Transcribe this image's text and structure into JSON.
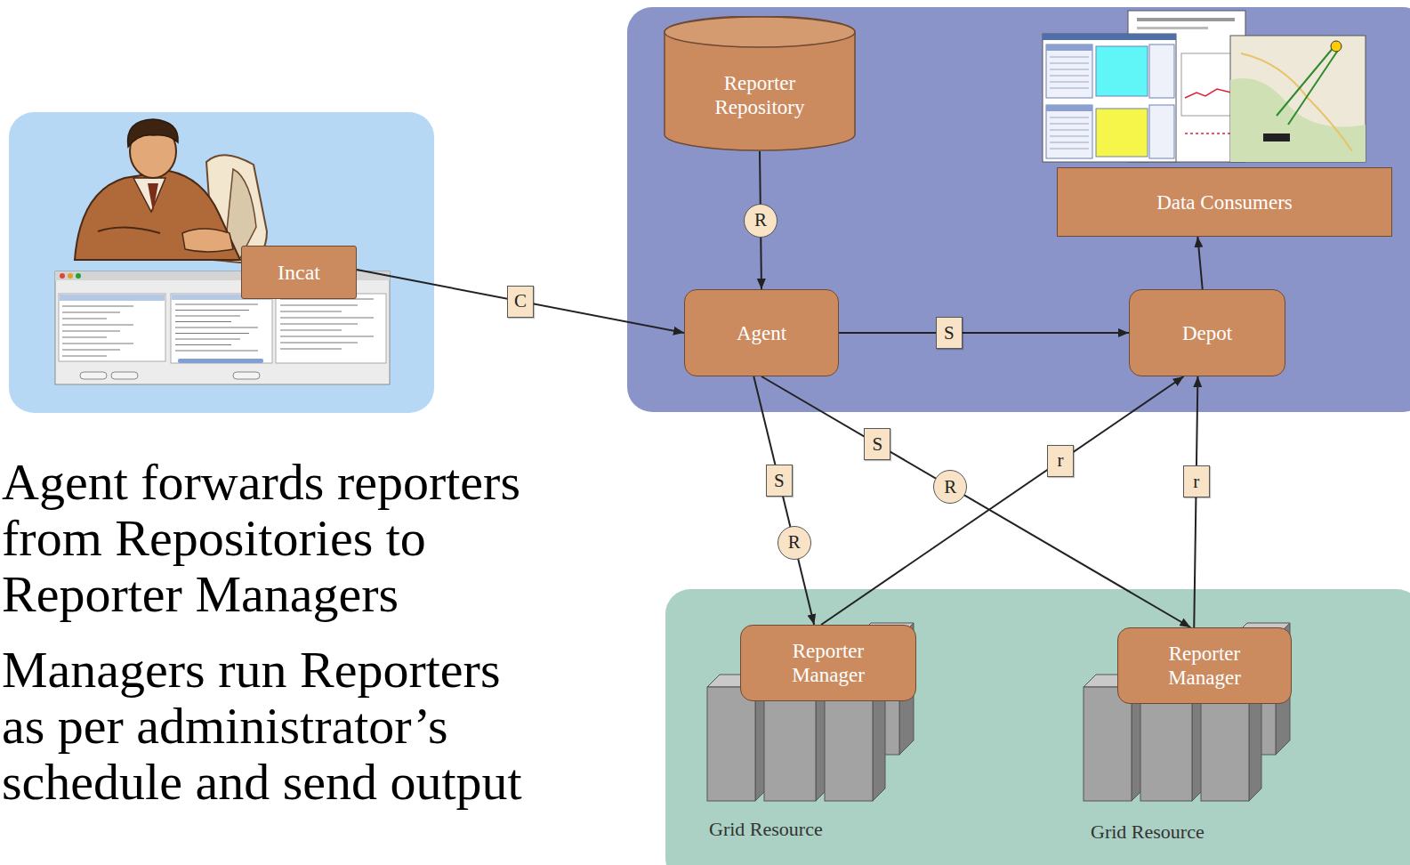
{
  "diagram": {
    "nodes": [
      {
        "text": [
          "Incat"
        ]
      },
      {
        "text": [
          "Reporter Repository"
        ]
      },
      {
        "text": [
          "Data Consumers"
        ]
      },
      {
        "text": [
          "Agent"
        ]
      },
      {
        "text": [
          "Depot"
        ]
      },
      {
        "text": [
          "Reporter Manager"
        ]
      },
      {
        "text": [
          "Reporter Manager"
        ]
      }
    ],
    "edges": [
      {
        "from": 0,
        "to": 3,
        "label": "C",
        "arrow": "to"
      },
      {
        "from": 1,
        "to": 3,
        "label": "R",
        "arrow": "to"
      },
      {
        "from": 3,
        "to": 4,
        "label": "S",
        "arrow": "to"
      },
      {
        "from": 3,
        "to": 5,
        "label": "S",
        "arrow": "to"
      },
      {
        "from": 3,
        "to": 6,
        "label": "S",
        "arrow": "to"
      },
      {
        "from": 5,
        "to": 4,
        "label": "r",
        "arrow": "to"
      },
      {
        "from": 6,
        "to": 4,
        "label": "r",
        "arrow": "to"
      },
      {
        "from": 4,
        "to": 2,
        "arrow": "to"
      }
    ],
    "labels": [
      "R",
      "R",
      "Grid Resource",
      "Grid Resource",
      "Agent forwards reporters from Repositories to Reporter Managers",
      "Managers run Reporters as per administrator’s schedule and send output"
    ]
  }
}
